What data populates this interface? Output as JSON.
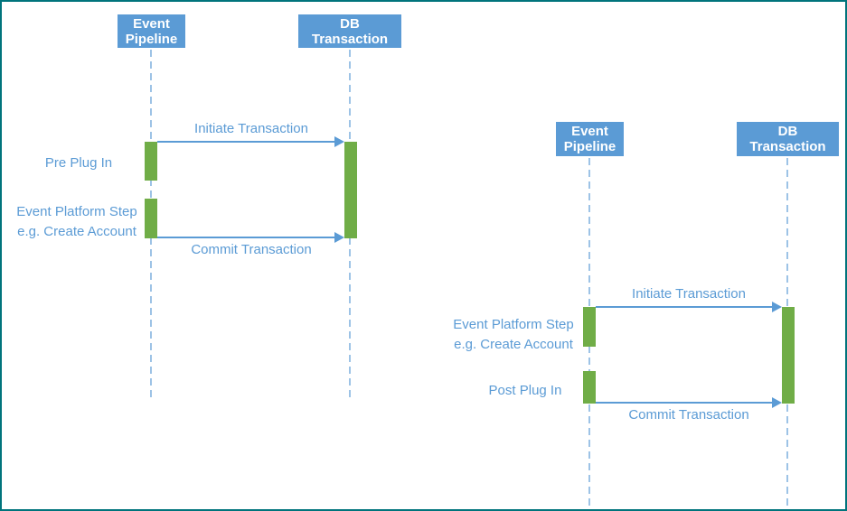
{
  "canvas": {
    "background": "#FFFFFF",
    "border_color": "#00747C"
  },
  "colors": {
    "participant_fill": "#5B9BD5",
    "participant_text": "#FFFFFF",
    "activation_fill": "#70AD47",
    "arrow_color": "#5B9BD5",
    "label_text": "#5B9BD5",
    "lifeline_dash": "#9DC3E6"
  },
  "diagram_left": {
    "participants": {
      "p1_line1": "Event",
      "p1_line2": "Pipeline",
      "p2_line1": "DB",
      "p2_line2": "Transaction"
    },
    "messages": {
      "initiate": "Initiate Transaction",
      "commit": "Commit Transaction"
    },
    "steps": {
      "step1": "Pre Plug In",
      "step2_line1": "Event Platform Step",
      "step2_line2": "e.g. Create Account"
    }
  },
  "diagram_right": {
    "participants": {
      "p1_line1": "Event",
      "p1_line2": "Pipeline",
      "p2_line1": "DB",
      "p2_line2": "Transaction"
    },
    "messages": {
      "initiate": "Initiate Transaction",
      "commit": "Commit Transaction"
    },
    "steps": {
      "step1_line1": "Event Platform Step",
      "step1_line2": "e.g. Create Account",
      "step2": "Post Plug In"
    }
  }
}
